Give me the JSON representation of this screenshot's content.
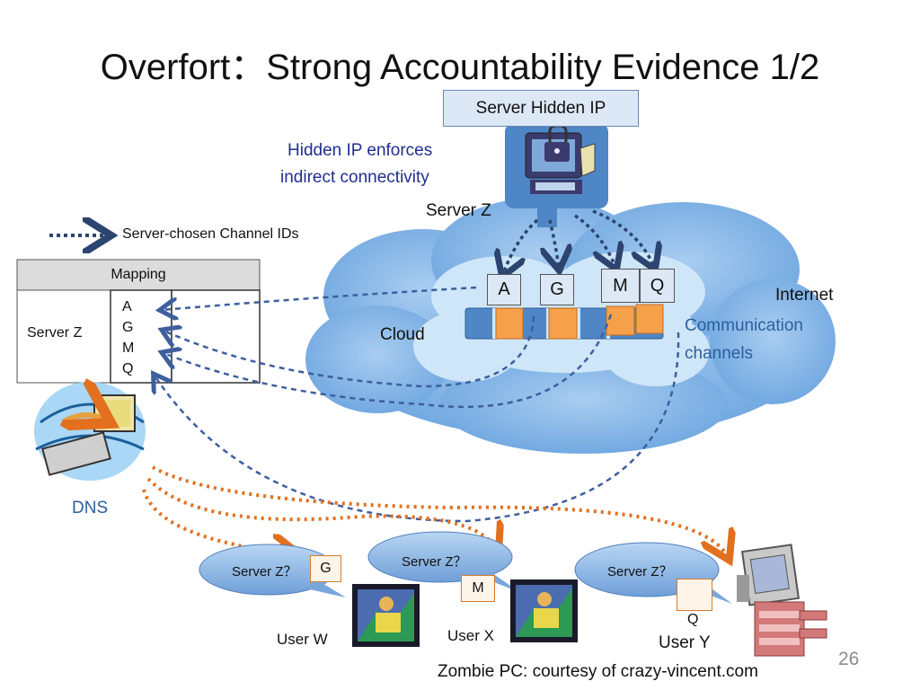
{
  "slide": {
    "title": "Overfort：Strong Accountability Evidence 1/2",
    "page_number": "26",
    "credit": "Zombie PC: courtesy of crazy-vincent.com"
  },
  "server": {
    "hidden_ip_label": "Server Hidden IP",
    "note_line1": "Hidden IP enforces",
    "note_line2": "indirect connectivity",
    "name": "Server Z"
  },
  "legend": {
    "label": "Server-chosen Channel IDs"
  },
  "mapping": {
    "header": "Mapping",
    "server": "Server Z",
    "ids": [
      "A",
      "G",
      "M",
      "Q"
    ]
  },
  "cloud": {
    "internet_label": "Internet",
    "cloud_label": "Cloud",
    "channels_line1": "Communication",
    "channels_line2": "channels",
    "channel_ids": [
      "A",
      "G",
      "M",
      "Q"
    ]
  },
  "dns": {
    "label": "DNS"
  },
  "users": [
    {
      "query": "Server Z？",
      "answer": "G",
      "name": "User  W"
    },
    {
      "query": "Server Z？",
      "answer": "M",
      "name": "User X"
    },
    {
      "query": "Server Z？",
      "answer": "Q",
      "name": "User  Y"
    }
  ],
  "colors": {
    "blue_arrow": "#3d5f9e",
    "orange_arrow": "#e2701f",
    "cloud": "#7fb3e8",
    "cloud_inner": "#c6e2f7",
    "orange_block": "#f7a04a"
  }
}
